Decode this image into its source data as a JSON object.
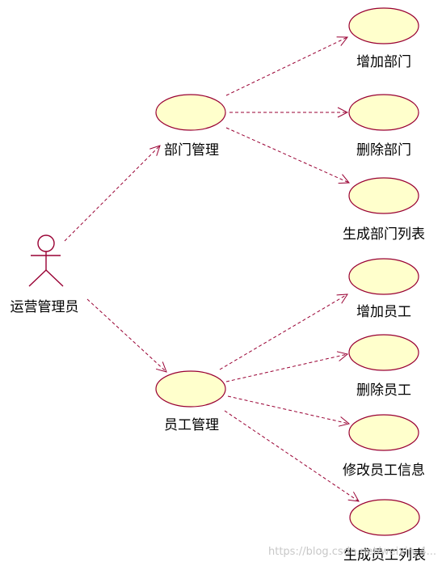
{
  "colors": {
    "ellipse_fill": "#ffffcc",
    "stroke": "#990033",
    "text": "#000000",
    "watermark": "#c8c8c8"
  },
  "actor": {
    "label": "运营管理员"
  },
  "groups": [
    {
      "label": "部门管理",
      "children": [
        {
          "label": "增加部门"
        },
        {
          "label": "删除部门"
        },
        {
          "label": "生成部门列表"
        }
      ]
    },
    {
      "label": "员工管理",
      "children": [
        {
          "label": "增加员工"
        },
        {
          "label": "删除员工"
        },
        {
          "label": "修改员工信息"
        },
        {
          "label": "生成员工列表"
        }
      ]
    }
  ],
  "watermark": "https://blog.csdn.net/weixin_4..."
}
